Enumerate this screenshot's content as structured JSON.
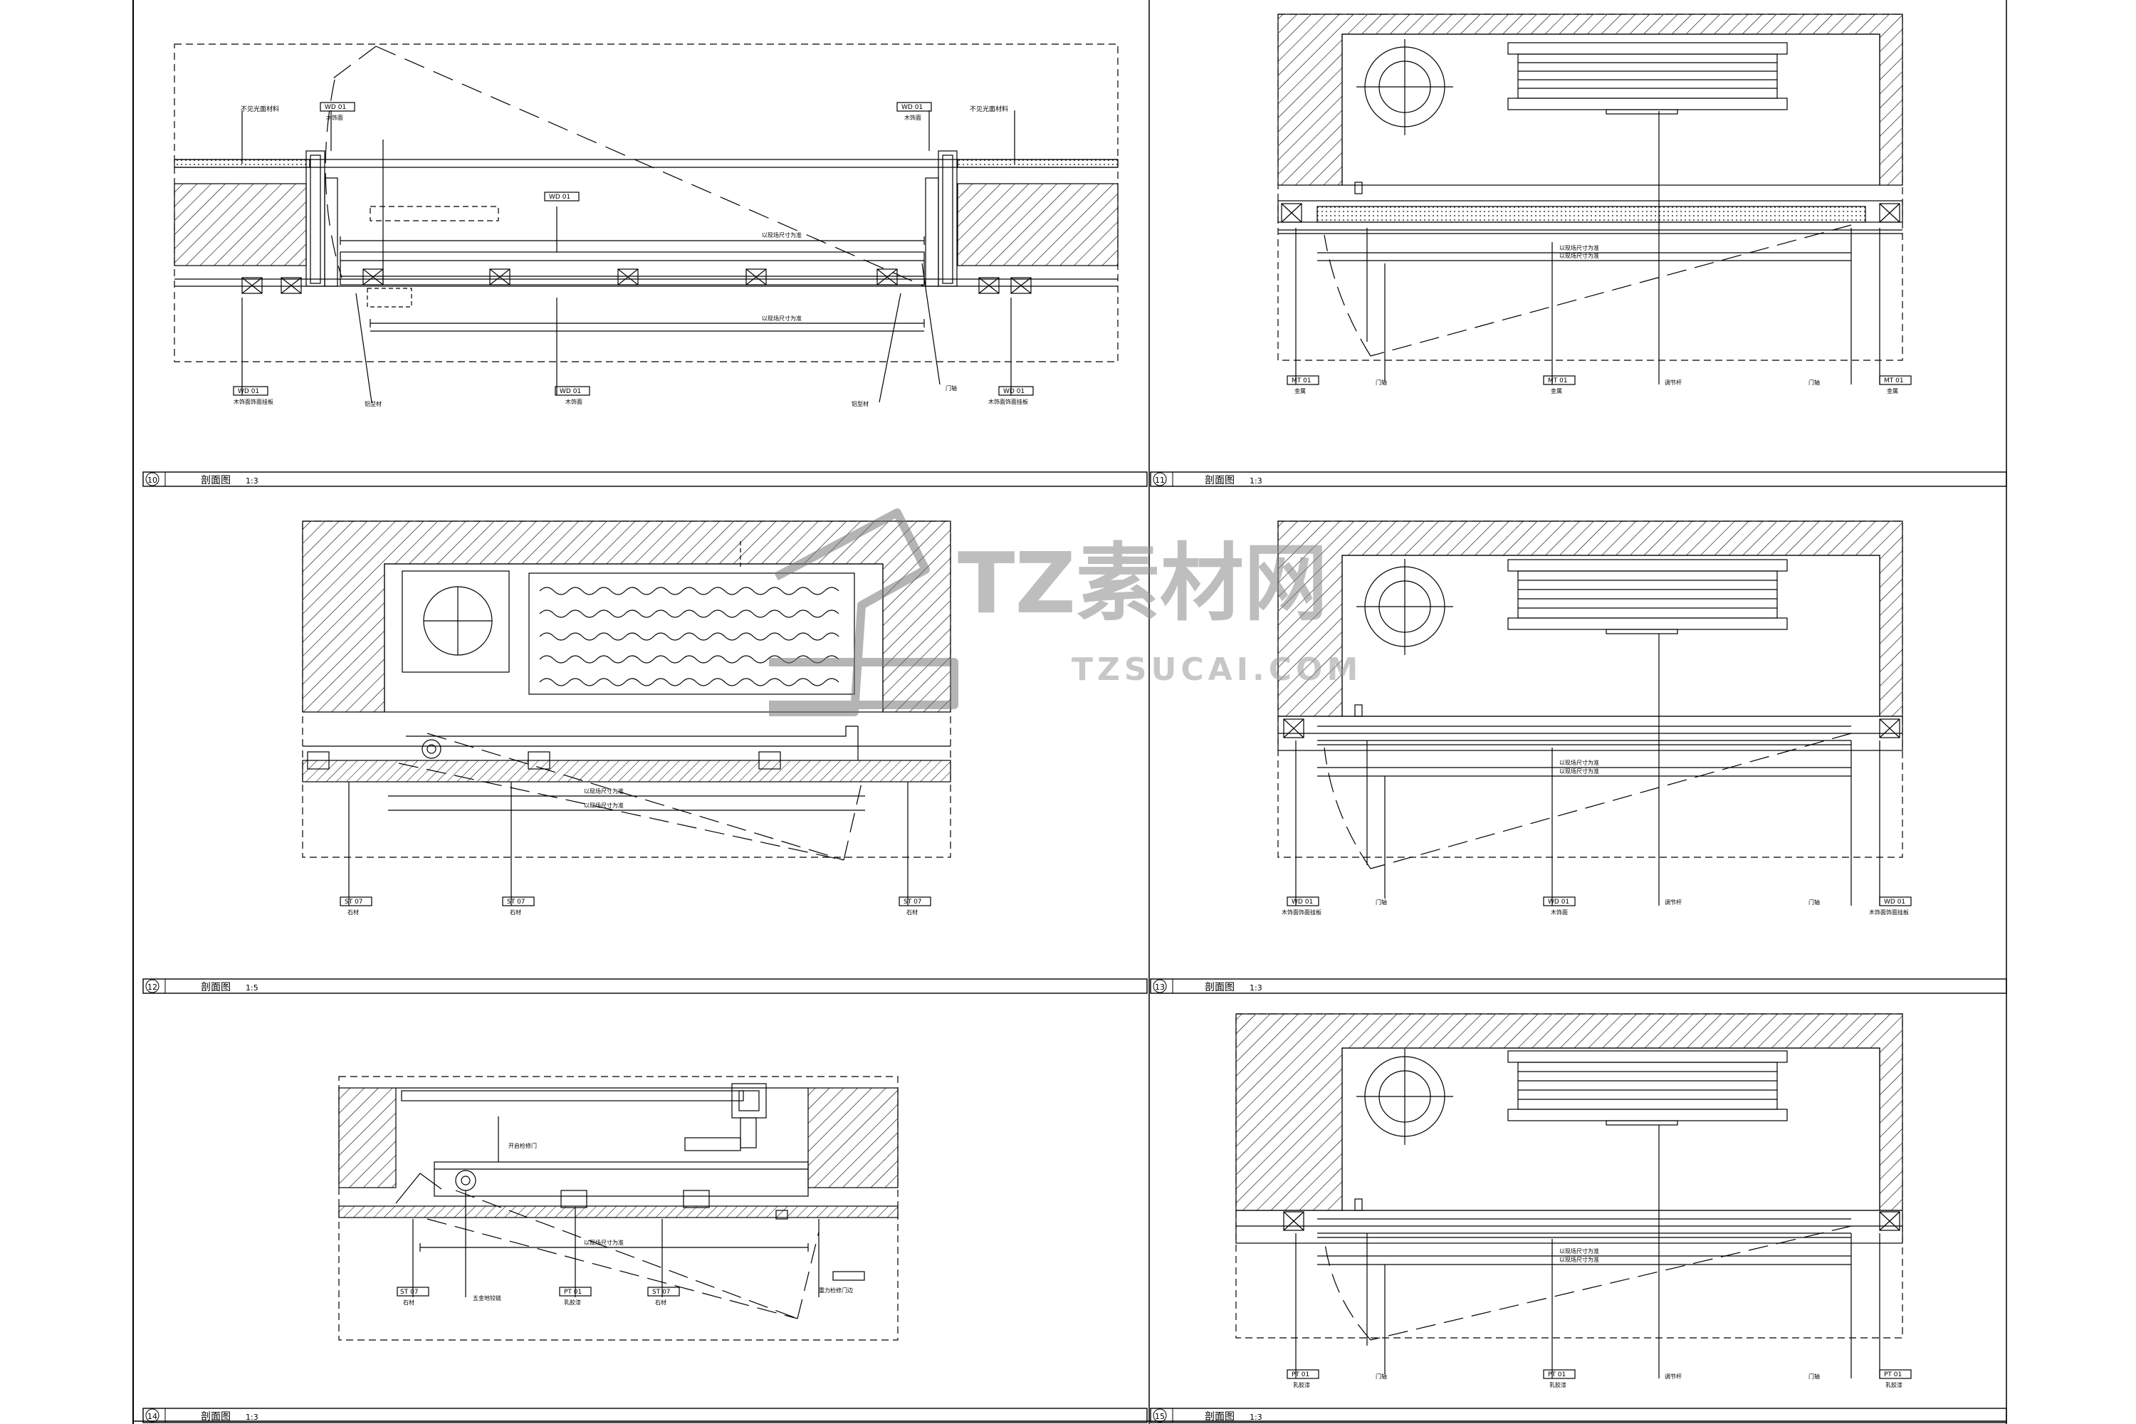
{
  "sheet": {
    "panels": [
      {
        "id": "10",
        "num": "10",
        "title": "剖面图",
        "scale": "1:3"
      },
      {
        "id": "11",
        "num": "11",
        "title": "剖面图",
        "scale": "1:3"
      },
      {
        "id": "12",
        "num": "12",
        "title": "剖面图",
        "scale": "1:5"
      },
      {
        "id": "13",
        "num": "13",
        "title": "剖面图",
        "scale": "1:3"
      },
      {
        "id": "14",
        "num": "14",
        "title": "剖面图",
        "scale": "1:3"
      },
      {
        "id": "15",
        "num": "15",
        "title": "剖面图",
        "scale": "1:3"
      }
    ]
  },
  "watermark": {
    "brand": "TZ素材网",
    "url": "TZSUCAI.COM"
  },
  "p10": {
    "tag_left_top": "WD 01",
    "tag_left_top_sub": "木饰面",
    "tag_right_top": "WD 01",
    "tag_right_top_sub": "木饰面",
    "note_left": "不见光面材料",
    "note_right": "不见光面材料",
    "tag_mid": "WD 01",
    "dim1": "以现场尺寸为准",
    "dim2": "以现场尺寸为准",
    "tag_bl": "WD 01",
    "tag_bl_sub": "木饰面饰面挂板",
    "tag_bm": "WD 01",
    "tag_bm_sub": "木饰面",
    "tag_br": "WD 01",
    "tag_br_sub": "木饰面饰面挂板",
    "lbl_a": "铝型材",
    "lbl_b": "铝型材",
    "lbl_c": "门轴"
  },
  "p11": {
    "dim1": "以现场尺寸为准",
    "dim2": "以现场尺寸为准",
    "tag1": "MT 01",
    "tag1_sub": "金属",
    "lbl_door": "门轴",
    "tag2": "MT 01",
    "tag2_sub": "金属",
    "lbl_axis": "门轴",
    "lbl_rod": "调节杆",
    "tag3": "MT 01",
    "tag3_sub": "金属"
  },
  "p12": {
    "dim1": "以现场尺寸为准",
    "dim2": "以现场尺寸为准",
    "tag1": "ST 07",
    "tag1_sub": "石材",
    "tag2": "ST 07",
    "tag2_sub": "石材",
    "tag3": "ST 07",
    "tag3_sub": "石材"
  },
  "p13": {
    "dim1": "以现场尺寸为准",
    "dim2": "以现场尺寸为准",
    "tag1": "WD 01",
    "tag1_sub": "木饰面饰面挂板",
    "lbl_door": "门轴",
    "tag2": "WD 01",
    "tag2_sub": "木饰面",
    "lbl_rod": "调节杆",
    "lbl_axis": "门轴",
    "tag3": "WD 01",
    "tag3_sub": "木饰面饰面挂板"
  },
  "p14": {
    "lbl_top": "开启检修门",
    "dim1": "以现场尺寸为准",
    "tag1": "ST 07",
    "tag1_sub": "石材",
    "lbl_hinge": "五金地铰链",
    "tag2": "PT 01",
    "tag2_sub": "乳胶漆",
    "tag3": "ST 07",
    "tag3_sub": "石材",
    "lbl_door": "重力检修门边"
  },
  "p15": {
    "dim1": "以现场尺寸为准",
    "dim2": "以现场尺寸为准",
    "tag1": "PT 01",
    "tag1_sub": "乳胶漆",
    "lbl_door": "门轴",
    "tag2": "PT 01",
    "tag2_sub": "乳胶漆",
    "lbl_rod": "调节杆",
    "lbl_axis": "门轴",
    "tag3": "PT 01",
    "tag3_sub": "乳胶漆"
  }
}
